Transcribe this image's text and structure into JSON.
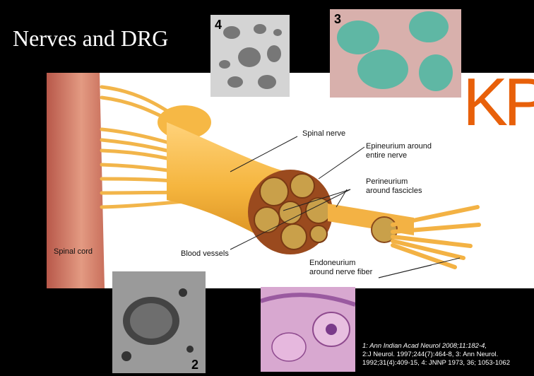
{
  "slide": {
    "title": "Nerves and DRG",
    "watermark": "KP"
  },
  "labels": {
    "spinal_cord": "Spinal cord",
    "spinal_nerve": "Spinal nerve",
    "epineurium": "Epineurium around\nentire nerve",
    "perineurium": "Perineurium\naround fascicles",
    "endoneurium": "Endoneurium\naround nerve fiber",
    "blood_vessels": "Blood vessels"
  },
  "photos": [
    {
      "number": "4"
    },
    {
      "number": "3"
    },
    {
      "number": "2"
    },
    {
      "number": ""
    }
  ],
  "references": [
    "1: Ann Indian Acad Neurol 2008;11:182-4,",
    "2:J Neurol. 1997;244(7):464-8,  3: Ann Neurol.",
    "1992;31(4):409-15,   4: JNNP 1973, 36; 1053-1062"
  ]
}
